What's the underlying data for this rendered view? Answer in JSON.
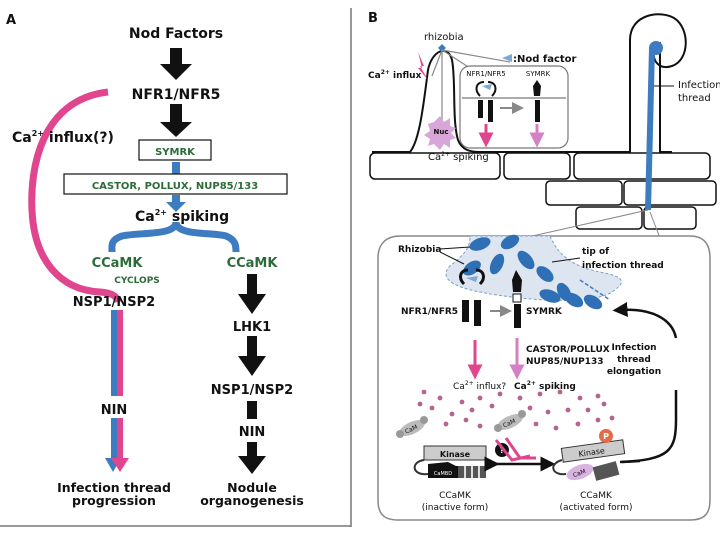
{
  "panel_a": {
    "label": "A",
    "nod_factors": "Nod Factors",
    "nfr": "NFR1/NFR5",
    "symrk": "SYMRK",
    "castor": "CASTOR, POLLUX, NUP85/133",
    "ca_influx": "Ca",
    "ca_influx_sup": "2+",
    "ca_influx_rest": " influx(?)",
    "ca_spiking": "Ca",
    "ca_spiking_sup": "2+",
    "ca_spiking_rest": " spiking",
    "ccamk_left": "CCaMK",
    "cyclops": "CYCLOPS",
    "ccamk_right": "CCaMK",
    "nsp_left": "NSP1/NSP2",
    "nin_left": "NIN",
    "lhk1": "LHK1",
    "nsp_right": "NSP1/NSP2",
    "nin_right": "NIN",
    "outcome_left_1": "Infection thread",
    "outcome_left_2": "progression",
    "outcome_right_1": "Nodule",
    "outcome_right_2": "organogenesis"
  },
  "panel_b": {
    "label": "B",
    "rhizobia_top": "rhizobia",
    "nod_factor_legend": ":Nod factor",
    "ca_influx": "Ca",
    "ca_influx_sup": "2+",
    "ca_influx_rest": " influx",
    "inset_nfr": "NFR1/NFR5",
    "inset_symrk": "SYMRK",
    "nuc": "Nuc",
    "ca_spiking": "Ca",
    "ca_spiking_sup": "2+",
    "ca_spiking_rest": " spiking",
    "infection_thread_1": "Infection",
    "infection_thread_2": "thread",
    "rhizobia_zoom": "Rhizobia",
    "tip_1": "tip of",
    "tip_2": "infection thread",
    "nfr_zoom": "NFR1/NFR5",
    "symrk_zoom": "SYMRK",
    "castor_1": "CASTOR/POLLUX",
    "castor_2": "NUP85/NUP133",
    "elong_1": "Infection",
    "elong_2": "thread",
    "elong_3": "elongation",
    "ca_influx_q": "Ca",
    "ca_influx_q_sup": "2+",
    "ca_influx_q_rest": " influx?",
    "ca_spiking_zoom": "Ca",
    "ca_spiking_zoom_sup": "2+",
    "ca_spiking_zoom_rest": " spiking",
    "cam": "CaM",
    "kinase": "Kinase",
    "camhd": "CaMBD",
    "p_label": "P",
    "q_label": "?",
    "ccamk_inactive_1": "CCaMK",
    "ccamk_inactive_2": "(inactive form)",
    "ccamk_active_1": "CCaMK",
    "ccamk_active_2": "(activated form)"
  },
  "colors": {
    "pink": "#e0458e",
    "blue": "#3d7cc0",
    "green_text": "#2e6b3a",
    "rhizobia_blue": "#2f6fb5"
  }
}
